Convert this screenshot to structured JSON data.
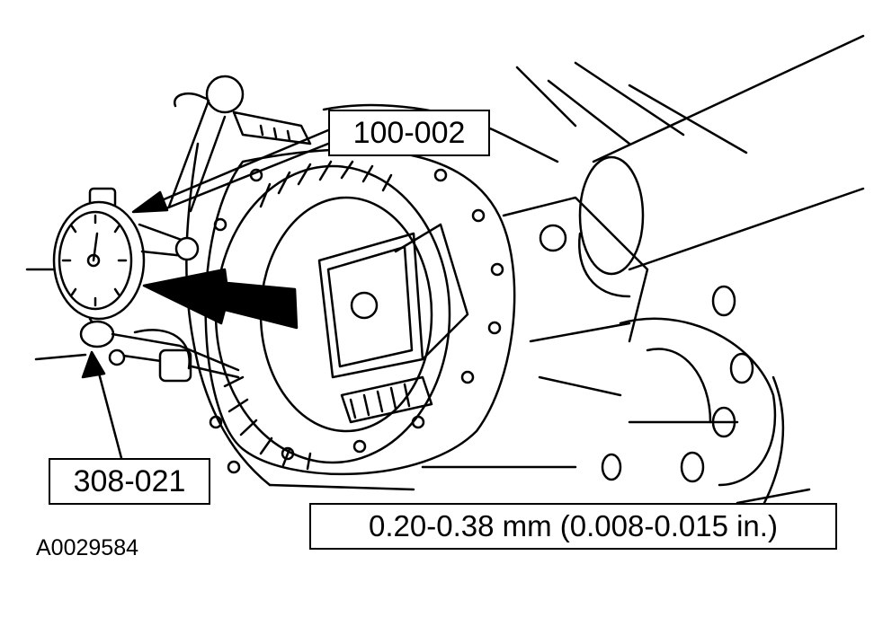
{
  "labels": {
    "tool_a": "100-002",
    "tool_b": "308-021",
    "specification": "0.20-0.38 mm (0.008-0.015 in.)",
    "figure_id": "A0029584"
  },
  "colors": {
    "ink": "#000000",
    "paper": "#ffffff"
  }
}
